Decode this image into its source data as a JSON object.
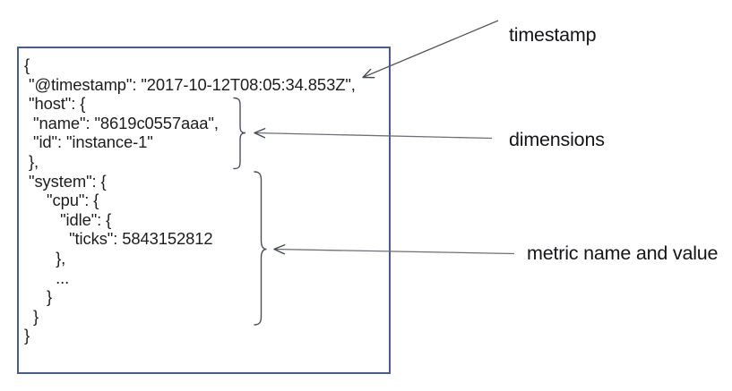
{
  "diagram": {
    "code": {
      "text": "{\n \"@timestamp\": \"2017-10-12T08:05:34.853Z\",\n \"host\": {\n  \"name\": \"8619c0557aaa\",\n  \"id\": \"instance-1\"\n },\n \"system\": {\n     \"cpu\": {\n        \"idle\": {\n          \"ticks\": 5843152812\n       },\n       ...\n     }\n  }\n}"
    },
    "annotations": {
      "timestamp": {
        "label": "timestamp"
      },
      "dimensions": {
        "label": "dimensions"
      },
      "metric": {
        "label": "metric name and value"
      }
    },
    "colors": {
      "box_border": "#475d91",
      "code_text": "#1d1d1f",
      "label_text": "#141519",
      "brace": "#4b505b",
      "arrow": "#6b7078",
      "arrowhead": "#43474f"
    }
  }
}
